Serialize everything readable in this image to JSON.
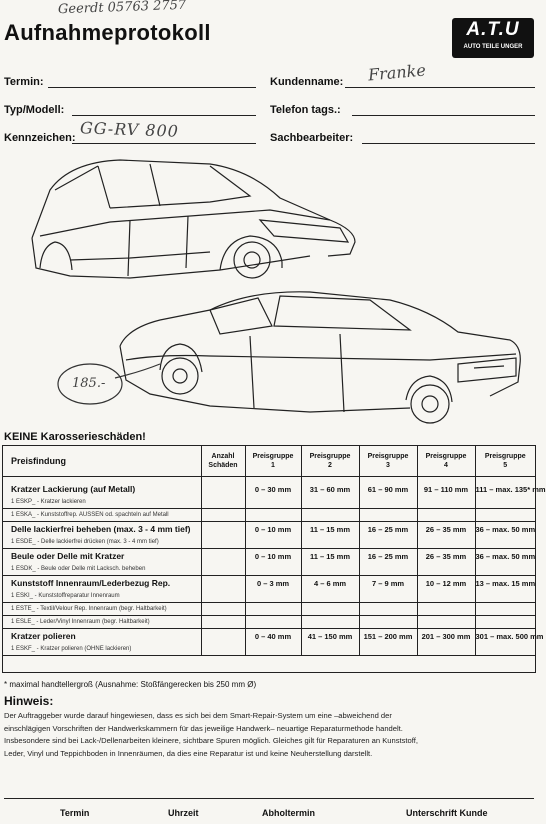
{
  "header": {
    "title": "Aufnahmeprotokoll",
    "top_handwriting": "Geerdt   05763 2757",
    "logo_main": "A.T.U",
    "logo_sub": "AUTO TEILE UNGER"
  },
  "fields": {
    "termin": {
      "label": "Termin:",
      "value": ""
    },
    "kundenname": {
      "label": "Kundenname:",
      "value": "Franke"
    },
    "typ_modell": {
      "label": "Typ/Modell:",
      "value": ""
    },
    "telefon": {
      "label": "Telefon tags.:",
      "value": ""
    },
    "kennzeichen": {
      "label": "Kennzeichen:",
      "value": "GG-RV 800"
    },
    "sachbearbeiter": {
      "label": "Sachbearbeiter:",
      "value": ""
    }
  },
  "drawing": {
    "price_note": "185.-"
  },
  "keine": "KEINE Karosserieschäden!",
  "table": {
    "headers": {
      "preisfindung": "Preisfindung",
      "anzahl": [
        "Anzahl",
        "Schäden"
      ],
      "groups": [
        [
          "Preisgruppe",
          "1"
        ],
        [
          "Preisgruppe",
          "2"
        ],
        [
          "Preisgruppe",
          "3"
        ],
        [
          "Preisgruppe",
          "4"
        ],
        [
          "Preisgruppe",
          "5"
        ]
      ]
    },
    "rows": [
      {
        "name": "Kratzer Lackierung (auf Metall)",
        "vals": [
          "0 – 30 mm",
          "31 – 60 mm",
          "61 – 90 mm",
          "91 – 110 mm",
          "111 – max. 135* mm"
        ],
        "subs": [
          "1 ESKP_ - Kratzer lackieren",
          "1 ESKA_ - Kunststoffrep. AUSSEN od. spachteln auf Metall"
        ]
      },
      {
        "name": "Delle lackierfrei beheben (max. 3 - 4 mm tief)",
        "vals": [
          "0 – 10 mm",
          "11 – 15 mm",
          "16 – 25 mm",
          "26 – 35 mm",
          "36 – max. 50 mm"
        ],
        "subs": [
          "1 ESDE_ - Delle lackierfrei drücken (max. 3 - 4 mm tief)"
        ]
      },
      {
        "name": "Beule oder Delle mit Kratzer",
        "vals": [
          "0 – 10 mm",
          "11 – 15 mm",
          "16 – 25 mm",
          "26 – 35 mm",
          "36 – max. 50 mm"
        ],
        "subs": [
          "1 ESDK_ - Beule oder Delle mit Lacksch. beheben"
        ]
      },
      {
        "name": "Kunststoff Innenraum/Lederbezug Rep.",
        "vals": [
          "0 – 3 mm",
          "4 – 6 mm",
          "7 – 9 mm",
          "10 – 12 mm",
          "13 – max. 15 mm"
        ],
        "subs": [
          "1 ESKI_ - Kunststoffreparatur Innenraum",
          "1 ESTE_ - Textil/Velour Rep. Innenraum (begr. Haltbarkeit)",
          "1 ESLE_ - Leder/Vinyl Innenraum (begr. Haltbarkeit)"
        ]
      },
      {
        "name": "Kratzer polieren",
        "vals": [
          "0 – 40 mm",
          "41 – 150 mm",
          "151 – 200 mm",
          "201 – 300 mm",
          "301 – max. 500 mm"
        ],
        "subs": [
          "1 ESKF_ - Kratzer polieren (OHNE lackieren)"
        ]
      }
    ]
  },
  "footnote": "* maximal handtellergroß (Ausnahme: Stoßfängerecken bis 250 mm Ø)",
  "hinweis": {
    "title": "Hinweis:",
    "lines": [
      "Der Auftraggeber wurde darauf hingewiesen, dass es sich bei dem Smart-Repair-System um eine –abweichend der",
      "einschlägigen Vorschriften der Handwerkskammern für das jeweilige Handwerk– neuartige Reparaturmethode handelt.",
      "Insbesondere sind bei Lack-/Dellenarbeiten kleinere, sichtbare Spuren möglich. Gleiches gilt für Reparaturen an Kunststoff,",
      "Leder, Vinyl und Teppichboden in Innenräumen, da dies eine Reparatur ist und keine Neuherstellung darstellt."
    ]
  },
  "signature": {
    "termin": "Termin",
    "uhrzeit": "Uhrzeit",
    "abholtermin": "Abholtermin",
    "unterschrift": "Unterschrift Kunde"
  }
}
